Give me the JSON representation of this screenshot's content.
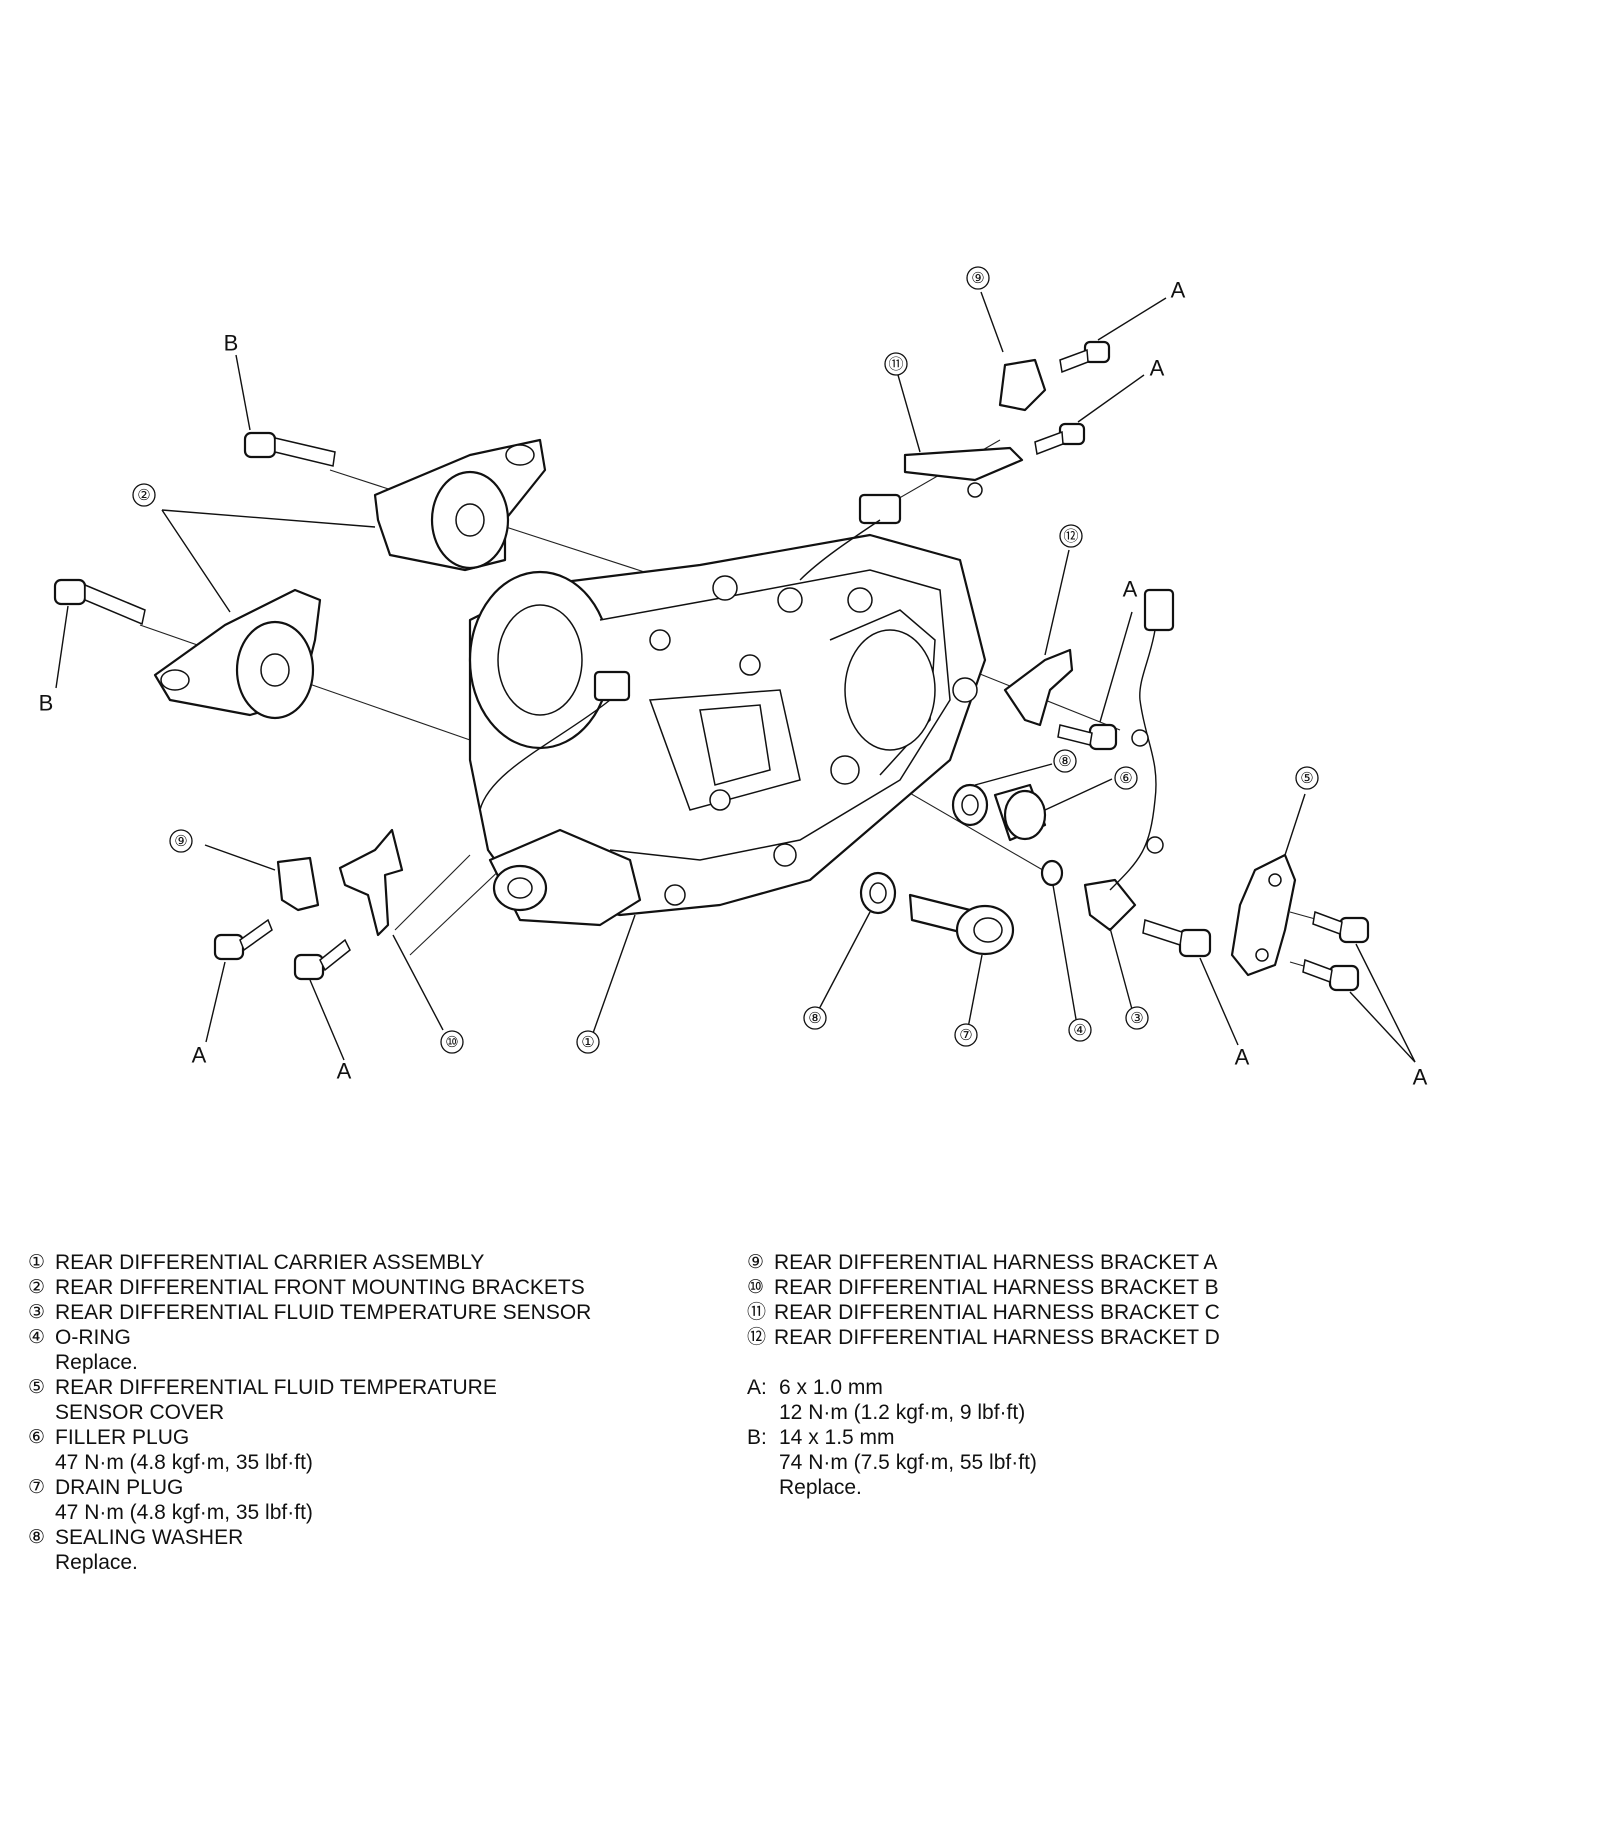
{
  "diagram": {
    "callouts": [
      "①",
      "②",
      "③",
      "④",
      "⑤",
      "⑥",
      "⑦",
      "⑧",
      "⑨",
      "⑩",
      "⑪",
      "⑫"
    ],
    "fastener_labels": {
      "a": "A",
      "b": "B"
    }
  },
  "legend": {
    "items": [
      {
        "num": "①",
        "name": "REAR DIFFERENTIAL CARRIER ASSEMBLY"
      },
      {
        "num": "②",
        "name": "REAR DIFFERENTIAL FRONT MOUNTING BRACKETS"
      },
      {
        "num": "③",
        "name": "REAR DIFFERENTIAL FLUID TEMPERATURE SENSOR"
      },
      {
        "num": "④",
        "name": "O-RING",
        "note": "Replace."
      },
      {
        "num": "⑤",
        "name": "REAR DIFFERENTIAL FLUID TEMPERATURE",
        "name2": "SENSOR COVER"
      },
      {
        "num": "⑥",
        "name": "FILLER PLUG",
        "note": "47 N·m (4.8 kgf·m, 35 lbf·ft)"
      },
      {
        "num": "⑦",
        "name": "DRAIN PLUG",
        "note": "47 N·m (4.8 kgf·m, 35 lbf·ft)"
      },
      {
        "num": "⑧",
        "name": "SEALING WASHER",
        "note": "Replace."
      },
      {
        "num": "⑨",
        "name": "REAR DIFFERENTIAL HARNESS BRACKET A"
      },
      {
        "num": "⑩",
        "name": "REAR DIFFERENTIAL HARNESS BRACKET B"
      },
      {
        "num": "⑪",
        "name": "REAR DIFFERENTIAL HARNESS BRACKET C"
      },
      {
        "num": "⑫",
        "name": "REAR DIFFERENTIAL HARNESS BRACKET D"
      }
    ],
    "specs": [
      {
        "key": "A:",
        "size": "6 x 1.0 mm",
        "torque": "12 N·m (1.2 kgf·m, 9 lbf·ft)"
      },
      {
        "key": "B:",
        "size": "14 x 1.5 mm",
        "torque": "74 N·m (7.5 kgf·m, 55 lbf·ft)",
        "note": "Replace."
      }
    ]
  }
}
